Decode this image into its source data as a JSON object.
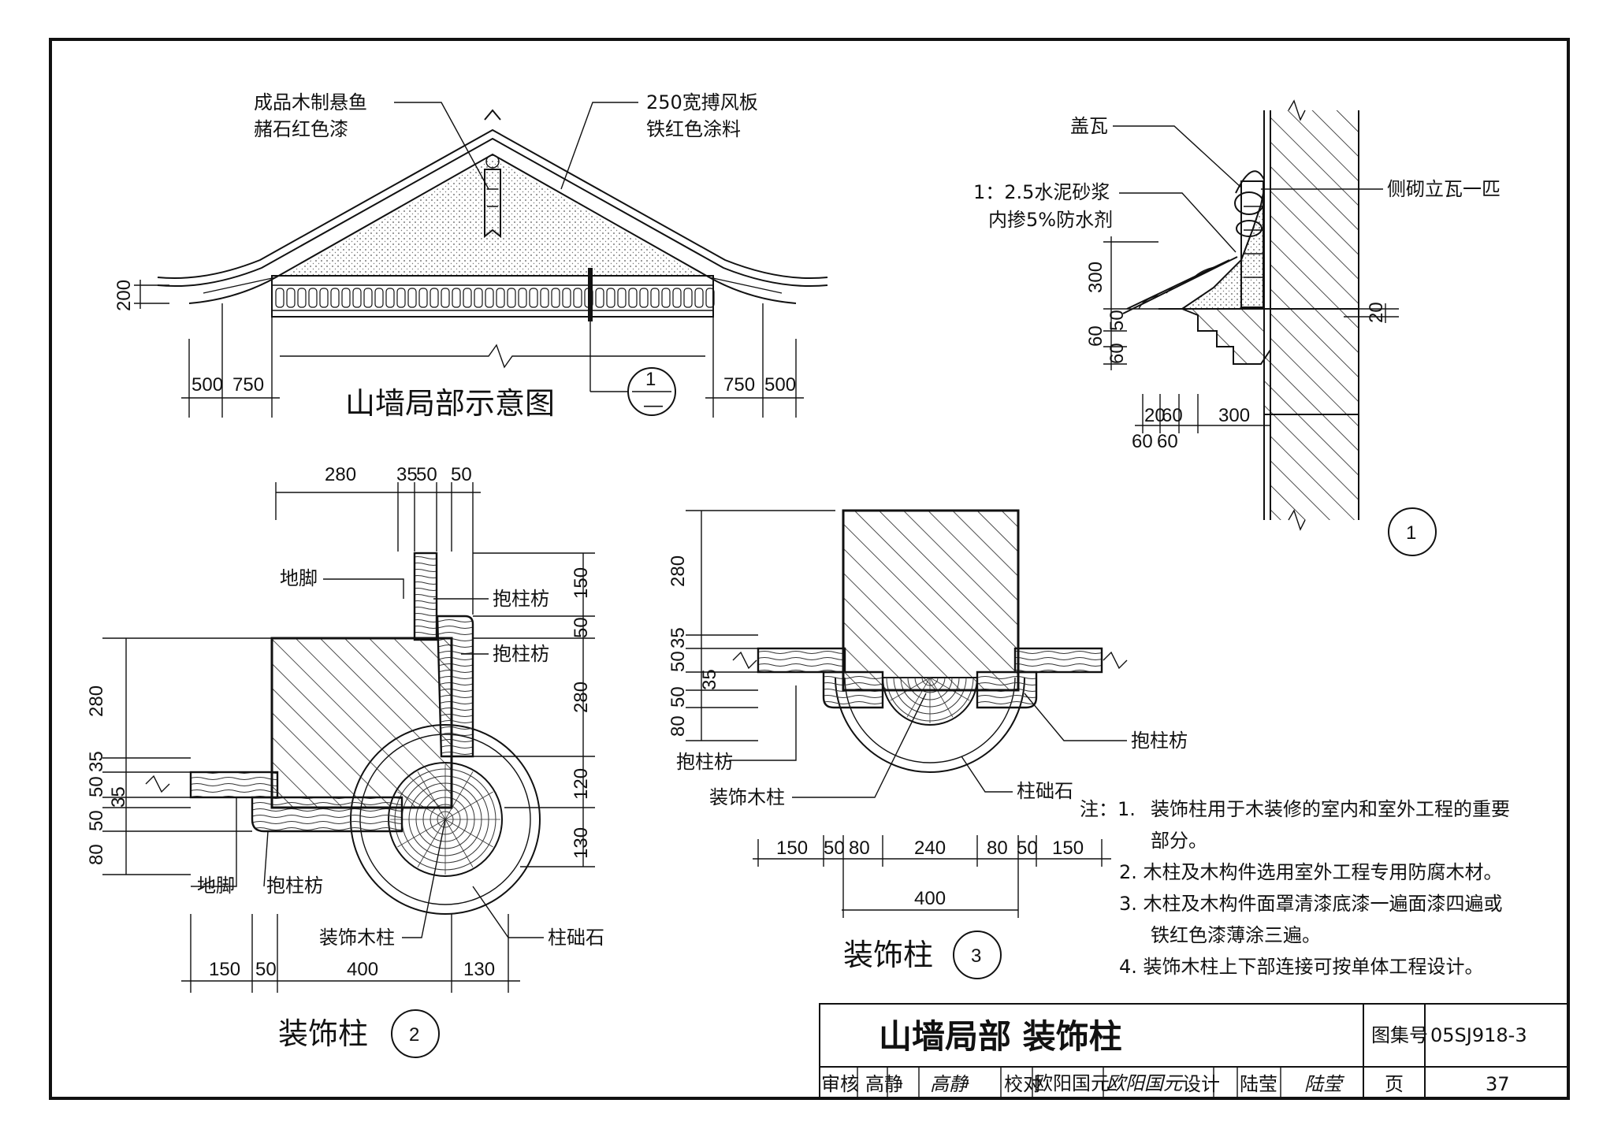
{
  "sheet": {
    "title": "山墙局部  装饰柱",
    "atlas_no_label": "图集号",
    "atlas_no": "05SJ918-3",
    "page_label": "页",
    "page_no": "37",
    "review_label": "审核",
    "reviewer": "高静",
    "reviewer_sign": "高静",
    "check_label": "校对",
    "checker": "欧阳国元",
    "checker_sign": "欧阳国元",
    "design_label": "设计",
    "designer": "陆莹",
    "designer_sign": "陆莹"
  },
  "gable": {
    "caption": "山墙局部示意图",
    "callout_fish_1": "成品木制悬鱼",
    "callout_fish_2": "赭石红色漆",
    "callout_board_1": "250宽搏风板",
    "callout_board_2": "铁红色涂料",
    "dim_200": "200",
    "dim_500_l": "500",
    "dim_750_l": "750",
    "dim_750_r": "750",
    "dim_500_r": "500",
    "section_mark_top": "1",
    "section_mark_bottom": "—"
  },
  "detail1": {
    "label_gaiwa": "盖瓦",
    "label_mortar_1": "1：2.5水泥砂浆",
    "label_mortar_2": "内掺5%防水剂",
    "label_side": "侧砌立瓦一匹",
    "dim_300_v": "300",
    "dim_50": "50",
    "dim_60_a": "60",
    "dim_60_b": "60",
    "dim_20_r": "20",
    "dim_20": "20",
    "dim_60_h": "60",
    "dim_300_h": "300",
    "dim_60_c": "60",
    "dim_60_d": "60",
    "mark": "1"
  },
  "detail2": {
    "caption": "装饰柱",
    "mark": "2",
    "label_dijiao_top": "地脚",
    "label_baozhufang_1": "抱柱枋",
    "label_baozhufang_2": "抱柱枋",
    "label_dijiao_bottom": "地脚",
    "label_baozhufang_3": "抱柱枋",
    "label_column": "装饰木柱",
    "label_base": "柱础石",
    "dim_280_t": "280",
    "dim_35_t": "35",
    "dim_50_t1": "50",
    "dim_50_t2": "50",
    "dim_150_r": "150",
    "dim_50_r": "50",
    "dim_280_r": "280",
    "dim_120_r": "120",
    "dim_130_r": "130",
    "dim_280_l": "280",
    "dim_35_l": "35",
    "dim_50_l1": "50",
    "dim_35_l2": "35",
    "dim_50_l2": "50",
    "dim_80_l": "80",
    "dim_150_b": "150",
    "dim_50_b": "50",
    "dim_400_b": "400",
    "dim_130_b": "130"
  },
  "detail3": {
    "caption": "装饰柱",
    "mark": "3",
    "label_baozhufang_l": "抱柱枋",
    "label_baozhufang_r": "抱柱枋",
    "label_column": "装饰木柱",
    "label_base": "柱础石",
    "dim_280": "280",
    "dim_35": "35",
    "dim_50": "50",
    "dim_35_b": "35",
    "dim_50_b": "50",
    "dim_80": "80",
    "dim_150_l": "150",
    "dim_50_l": "50",
    "dim_80_l": "80",
    "dim_240": "240",
    "dim_80_r": "80",
    "dim_50_r": "50",
    "dim_150_r": "150",
    "dim_400": "400"
  },
  "notes": {
    "head": "注：1.",
    "n1a": "装饰柱用于木装修的室内和室外工程的重要",
    "n1b": "部分。",
    "n2": "2.  木柱及木构件选用室外工程专用防腐木材。",
    "n3a": "3.  木柱及木构件面罩清漆底漆一遍面漆四遍或",
    "n3b": "铁红色漆薄涂三遍。",
    "n4": "4.  装饰木柱上下部连接可按单体工程设计。"
  }
}
